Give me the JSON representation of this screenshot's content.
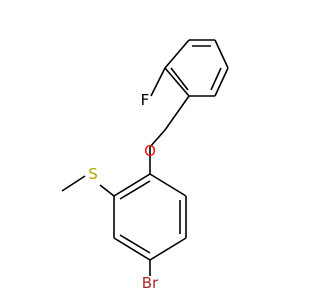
{
  "molecule": {
    "atoms": {
      "F": {
        "symbol": "F",
        "color": "#000000"
      },
      "O": {
        "symbol": "O",
        "color": "#ff0d0d"
      },
      "S": {
        "symbol": "S",
        "color": "#b5a500"
      },
      "Br": {
        "symbol": "Br",
        "color": "#a52a2a"
      }
    }
  }
}
